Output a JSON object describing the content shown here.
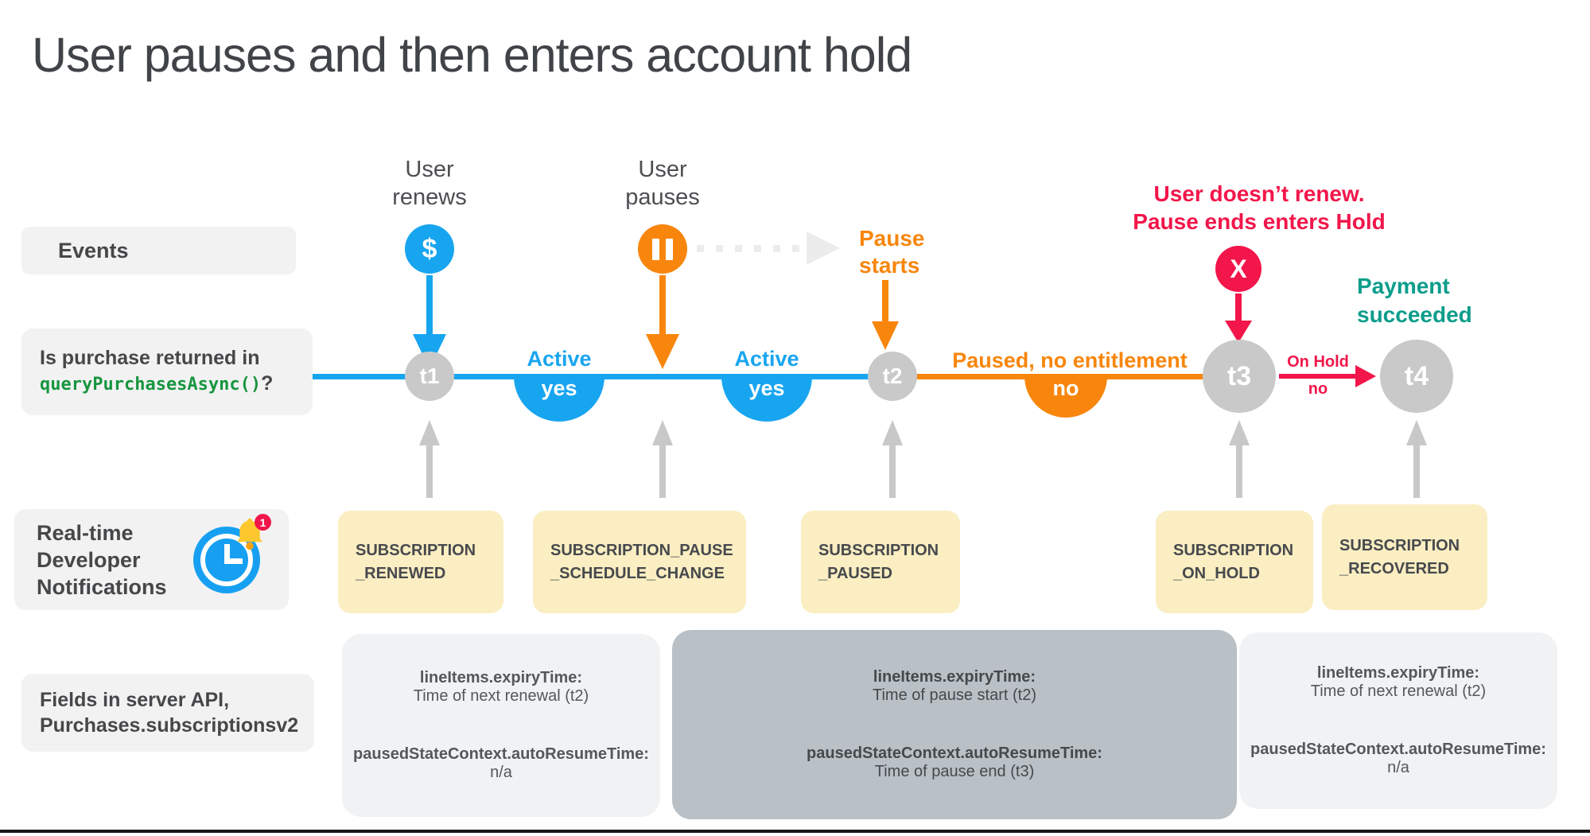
{
  "title": "User pauses and then enters account hold",
  "colors": {
    "blue": "#18a5f0",
    "orange": "#f8860d",
    "red": "#f2164a",
    "teal": "#0b9d8b",
    "gray_node": "#c9c9c9",
    "yellow_box": "#faeec2",
    "light_box": "#f2f2f3",
    "dark_box": "#b9c0c6",
    "code_green": "#18953f"
  },
  "sidebar": {
    "events_label": "Events",
    "purchase_question": {
      "line1": "Is purchase returned in",
      "code": "queryPurchasesAsync()",
      "suffix": "?"
    },
    "rtdn": {
      "line1": "Real-time",
      "line2": "Developer",
      "line3": "Notifications",
      "badge": "1"
    },
    "fields": {
      "line1": "Fields in server API,",
      "line2": "Purchases.subscriptionsv2"
    }
  },
  "events": {
    "renew": {
      "line1": "User",
      "line2": "renews",
      "icon": "$"
    },
    "pause": {
      "line1": "User",
      "line2": "pauses"
    },
    "pause_starts": {
      "line1": "Pause",
      "line2": "starts"
    },
    "hold": {
      "line1": "User doesn’t renew.",
      "line2": "Pause ends enters Hold",
      "icon": "X"
    },
    "payment": {
      "line1": "Payment",
      "line2": "succeeded"
    }
  },
  "timeline": {
    "nodes": [
      "t1",
      "t2",
      "t3",
      "t4"
    ],
    "segments": [
      {
        "title": "Active",
        "badge": "yes"
      },
      {
        "title": "Active",
        "badge": "yes"
      },
      {
        "title": "Paused, no entitlement",
        "badge": "no"
      },
      {
        "title": "On Hold",
        "badge": "no"
      }
    ]
  },
  "rtdn_boxes": [
    {
      "line1": "SUBSCRIPTION",
      "line2": "_RENEWED"
    },
    {
      "line1": "SUBSCRIPTION_PAUSE",
      "line2": "_SCHEDULE_CHANGE"
    },
    {
      "line1": "SUBSCRIPTION",
      "line2": "_PAUSED"
    },
    {
      "line1": "SUBSCRIPTION",
      "line2": "_ON_HOLD"
    },
    {
      "line1": "SUBSCRIPTION",
      "line2": "_RECOVERED"
    }
  ],
  "field_boxes": [
    {
      "field1": "lineItems.expiryTime:",
      "value1": "Time of next renewal (t2)",
      "field2": "pausedStateContext.autoResumeTime:",
      "value2": "n/a"
    },
    {
      "field1": "lineItems.expiryTime:",
      "value1": "Time of pause start (t2)",
      "field2": "pausedStateContext.autoResumeTime:",
      "value2": "Time of pause end (t3)"
    },
    {
      "field1": "lineItems.expiryTime:",
      "value1": "Time of next renewal (t2)",
      "field2": "pausedStateContext.autoResumeTime:",
      "value2": "n/a"
    }
  ]
}
